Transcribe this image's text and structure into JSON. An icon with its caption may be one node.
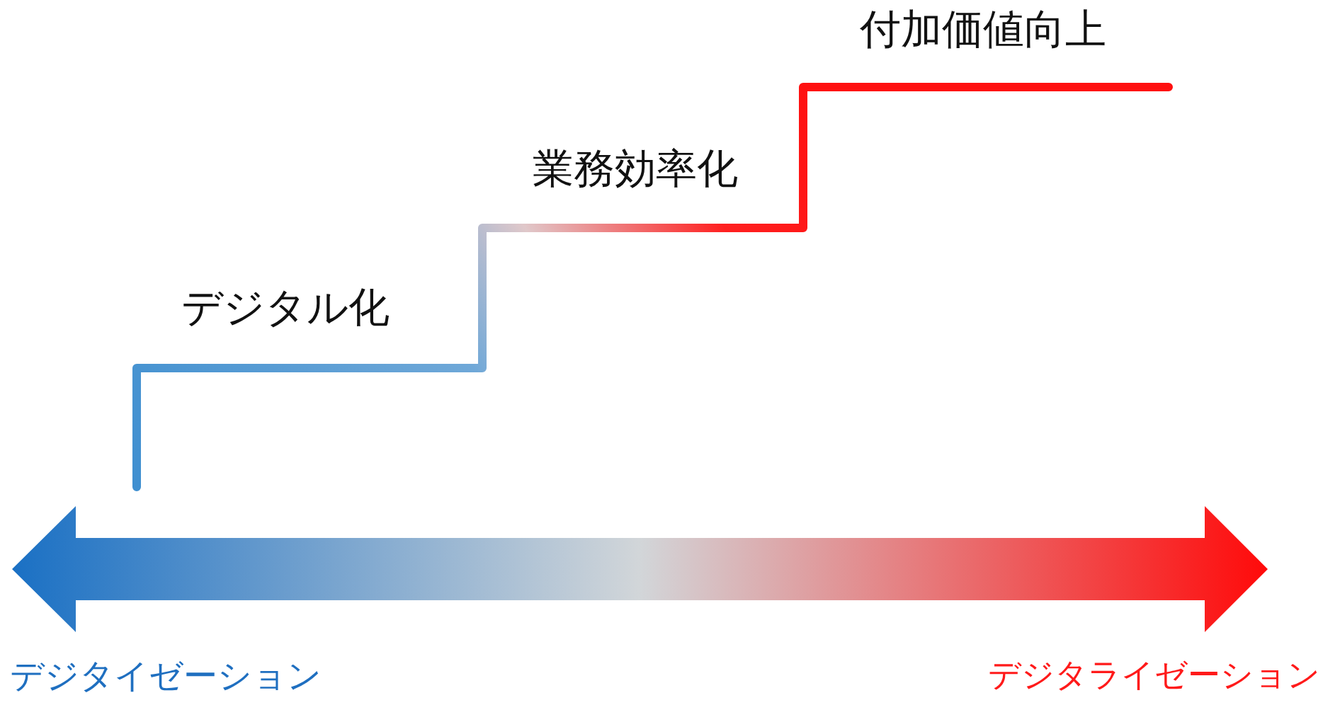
{
  "diagram": {
    "labels": [
      "付加価値向上",
      "業務効率化",
      "デジタル化",
      "デジタイゼーション",
      "デジタライゼーション"
    ]
  }
}
